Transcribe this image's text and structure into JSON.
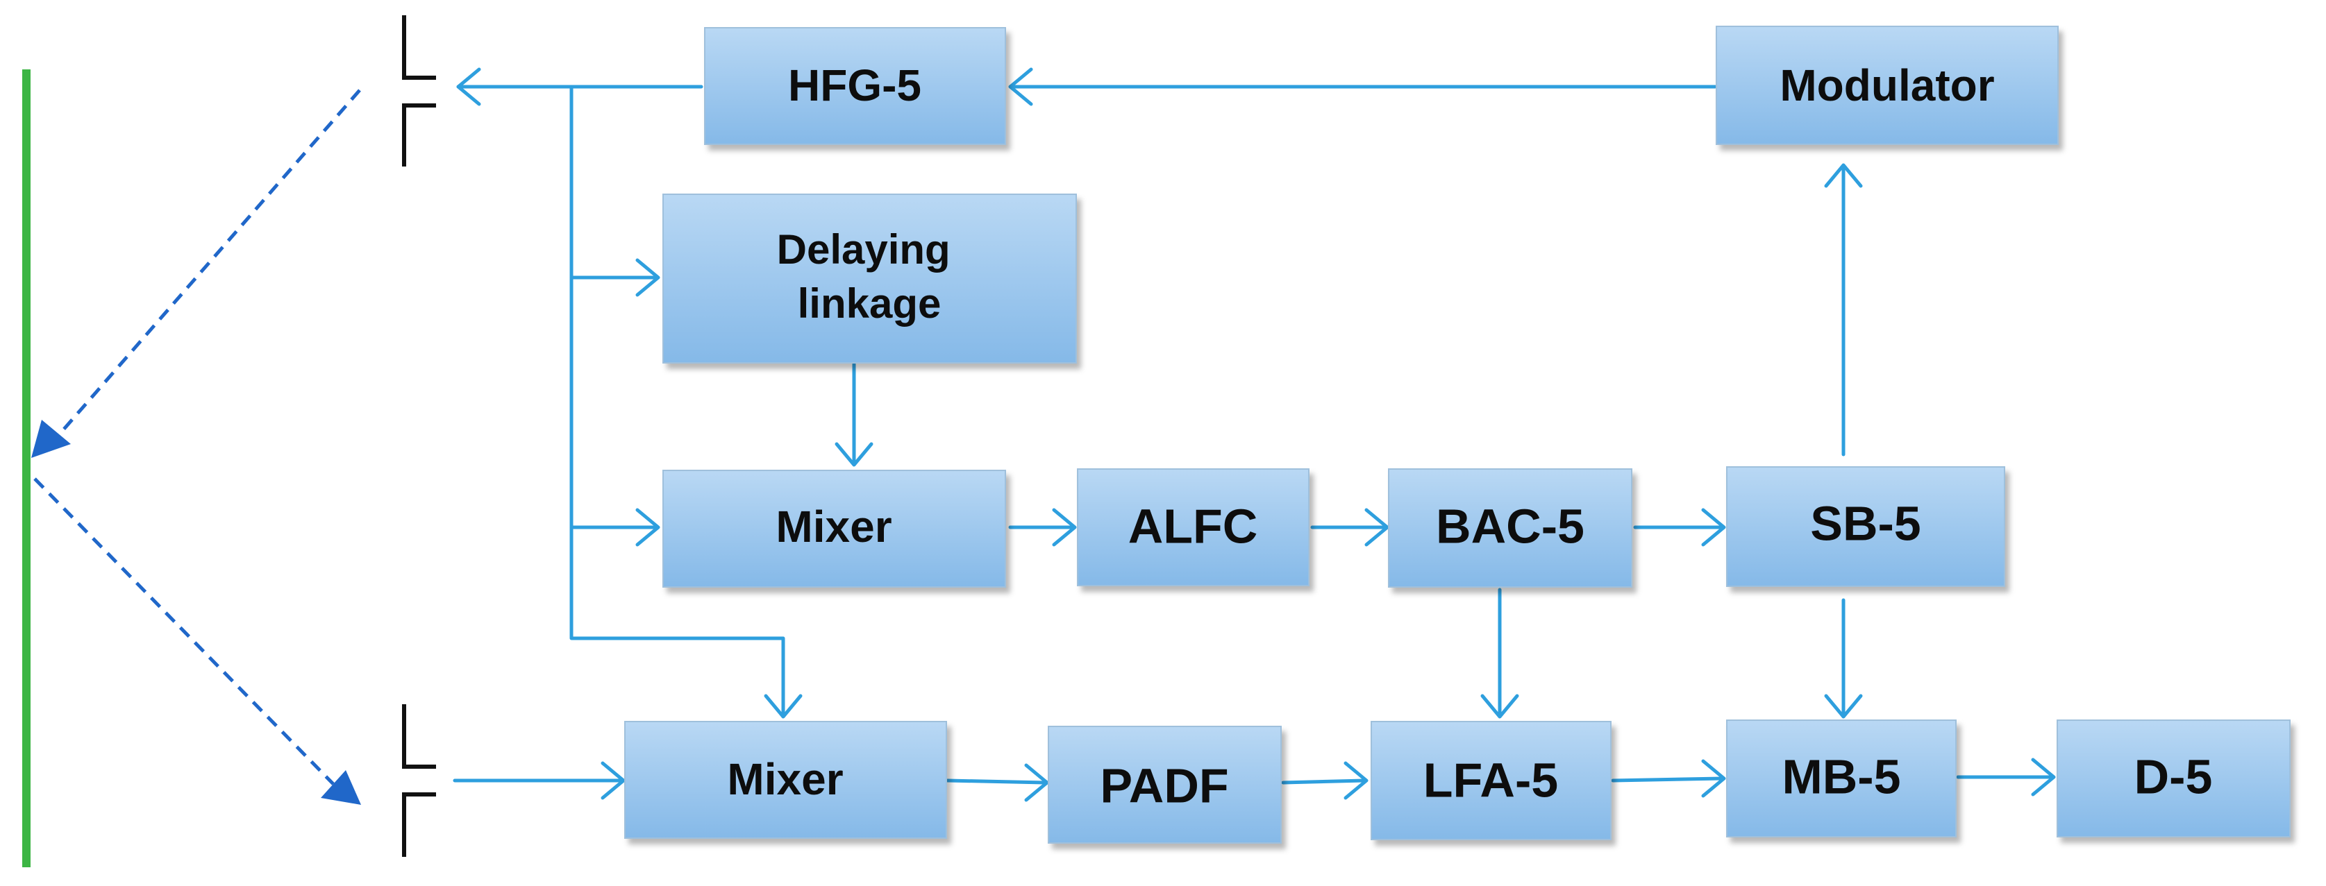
{
  "colors": {
    "block_fill_top": "#b9d8f4",
    "block_fill_bottom": "#85b9e8",
    "block_border": "#9fc0dc",
    "signal_line": "#2e9fde",
    "radiated_wave": "#2067c9",
    "target_surface": "#3cb544",
    "antenna": "#111111"
  },
  "blocks": {
    "hfg5": "HFG-5",
    "modulator": "Modulator",
    "delaying_linkage": [
      "Delaying",
      "linkage"
    ],
    "mixer_top": "Mixer",
    "alfc": "ALFC",
    "bac5": "BAC-5",
    "sb5": "SB-5",
    "mixer_bottom": "Mixer",
    "padf": "PADF",
    "lfa5": "LFA-5",
    "mb5": "MB-5",
    "d5": "D-5"
  }
}
